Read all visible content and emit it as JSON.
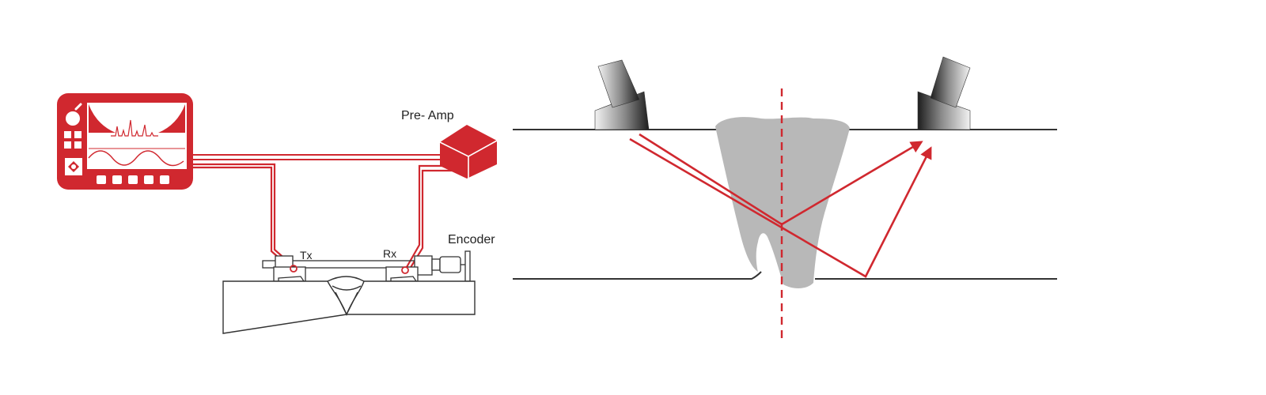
{
  "labels": {
    "pre_amp": "Pre- Amp",
    "tx": "Tx",
    "rx": "Rx",
    "encoder": "Encoder"
  },
  "colors": {
    "accent_red": "#d0282f",
    "ink": "#333333",
    "weld_gray": "#b8b8b8",
    "probe_dark": "#2b2b2b",
    "background": "#ffffff"
  },
  "icons": {
    "flaw_detector": "ultrasonic-flaw-detector-icon",
    "pre_amp": "pre-amp-box-icon",
    "probe": "angle-probe-icon"
  }
}
